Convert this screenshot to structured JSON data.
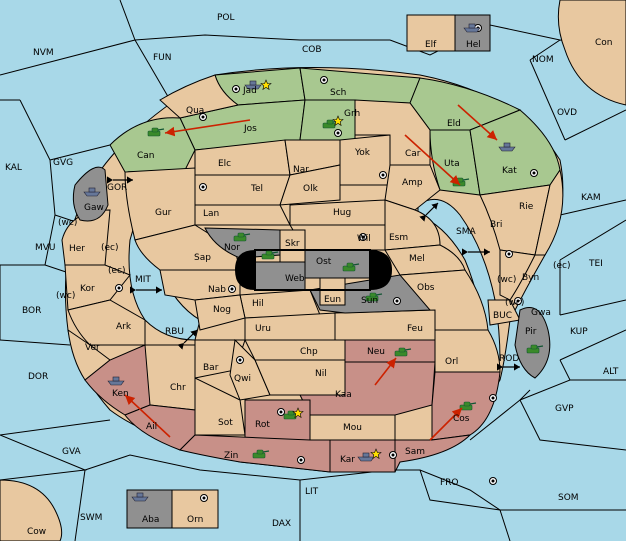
{
  "colors": {
    "sea": "#a8d8e8",
    "land": "#e8c8a0",
    "green_power": "#a8c890",
    "red_power": "#c89088",
    "impassable": "#909090",
    "move_arrow": "#cc2200"
  },
  "provinces": {
    "POL": "POL",
    "COB": "COB",
    "FUN": "FUN",
    "NVM": "NVM",
    "NOM": "NOM",
    "Con": "Con",
    "Elf": "Elf",
    "Hel": "Hel",
    "OVD": "OVD",
    "KAL": "KAL",
    "GVG": "GVG",
    "GOR": "GOR",
    "KAM": "KAM",
    "SMA": "SMA",
    "TEI": "TEI",
    "MVU": "MVU",
    "MIT": "MIT",
    "BOR": "BOR",
    "RBU": "RBU",
    "KUP": "KUP",
    "BUC": "BUC",
    "DOR": "DOR",
    "ROD": "ROD",
    "ALT": "ALT",
    "GVP": "GVP",
    "GVA": "GVA",
    "FRO": "FRO",
    "SOM": "SOM",
    "LIT": "LIT",
    "SWM": "SWM",
    "DAX": "DAX",
    "Cow": "Cow",
    "Aba": "Aba",
    "Orn": "Orn",
    "Jad": "Jad",
    "Sch": "Sch",
    "Qua": "Qua",
    "Jos": "Jos",
    "Grh": "Grh",
    "Eld": "Eld",
    "Can": "Can",
    "Elc": "Elc",
    "Nar": "Nar",
    "Yok": "Yok",
    "Car": "Car",
    "Uta": "Uta",
    "Kat": "Kat",
    "Tel": "Tel",
    "Olk": "Olk",
    "Amp": "Amp",
    "Gur": "Gur",
    "Lan": "Lan",
    "Hug": "Hug",
    "Rie": "Rie",
    "Bri": "Bri",
    "Gaw": "Gaw",
    "Wil": "Wil",
    "Esm": "Esm",
    "Nor": "Nor",
    "Skr": "Skr",
    "Her": "Her",
    "Sap": "Sap",
    "Ost": "Ost",
    "Web": "Web",
    "Mel": "Mel",
    "Byn": "Byn",
    "Kor": "Kor",
    "Nab": "Nab",
    "Eun": "Eun",
    "Sun": "Sun",
    "Obs": "Obs",
    "Gwa": "Gwa",
    "Hil": "Hil",
    "Nog": "Nog",
    "Ark": "Ark",
    "Uru": "Uru",
    "Feu": "Feu",
    "Pir": "Pir",
    "Ver": "Ver",
    "Chp": "Chp",
    "Neu": "Neu",
    "Bar": "Bar",
    "Qwi": "Qwi",
    "Nil": "Nil",
    "Orl": "Orl",
    "Chr": "Chr",
    "Ken": "Ken",
    "Kaa": "Kaa",
    "Ail": "Ail",
    "Rot": "Rot",
    "Sot": "Sot",
    "Mou": "Mou",
    "Cos": "Cos",
    "Zin": "Zin",
    "Kar": "Kar",
    "Sam": "Sam"
  },
  "coast_labels": {
    "wc": "(wc)",
    "ec": "(ec)"
  }
}
